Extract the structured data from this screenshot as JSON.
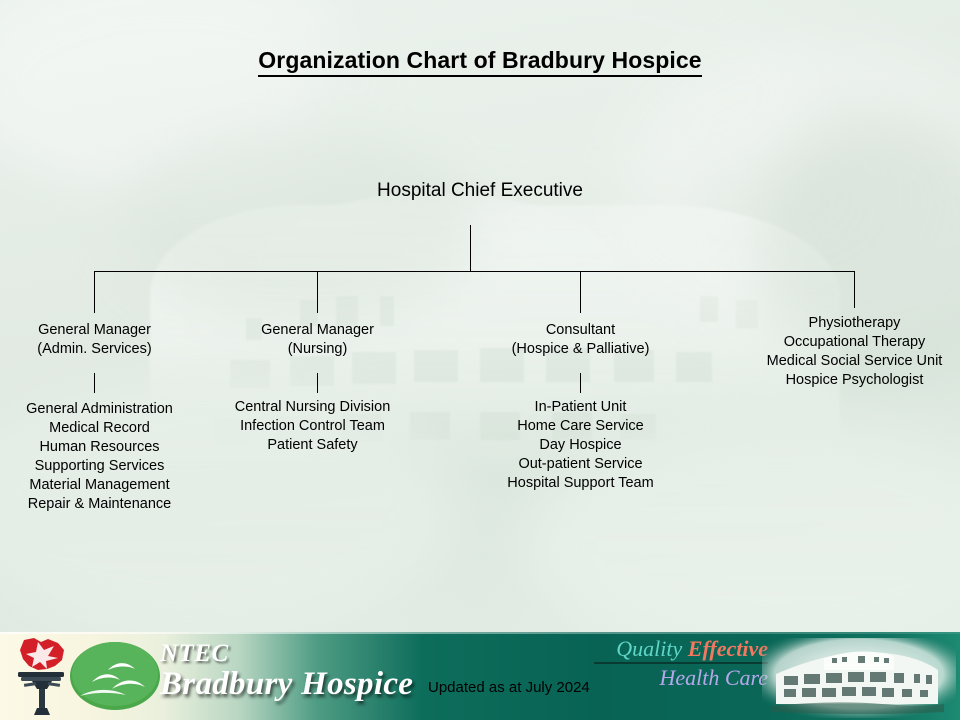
{
  "slide": {
    "title": "Organization Chart of Bradbury Hospice"
  },
  "chart_data": {
    "type": "diagram",
    "title": "Organization Chart of Bradbury Hospice",
    "root": "Hospital Chief Executive",
    "branches": [
      {
        "heading": [
          "General Manager",
          "(Admin. Services)"
        ],
        "items": [
          "General Administration",
          "Medical Record",
          "Human Resources",
          "Supporting Services",
          "Material Management",
          "Repair & Maintenance"
        ]
      },
      {
        "heading": [
          "General Manager",
          "(Nursing)"
        ],
        "items": [
          "Central Nursing Division",
          "Infection Control Team",
          "Patient Safety"
        ]
      },
      {
        "heading": [
          "Consultant",
          "(Hospice & Palliative)"
        ],
        "items": [
          "In-Patient Unit",
          "Home Care Service",
          "Day Hospice",
          "Out-patient Service",
          "Hospital Support Team"
        ]
      },
      {
        "heading": [
          "Physiotherapy",
          "Occupational Therapy",
          "Medical Social Service Unit",
          "Hospice Psychologist"
        ],
        "items": []
      }
    ]
  },
  "footer": {
    "logo_ntec": "NTEC",
    "logo_bradbury": "Bradbury Hospice",
    "updated": "Updated as at July 2024",
    "slogan": {
      "quality": "Quality",
      "effective": "Effective",
      "health_care": "Health Care"
    }
  },
  "colors": {
    "footer_green": "#0a6757",
    "slogan_quality": "#5fd6c7",
    "slogan_effective": "#f4775f",
    "slogan_health_care": "#b5a8ea",
    "logo_red": "#d31f28",
    "logo_green": "#4aa84a",
    "background": "#e4ece6"
  }
}
